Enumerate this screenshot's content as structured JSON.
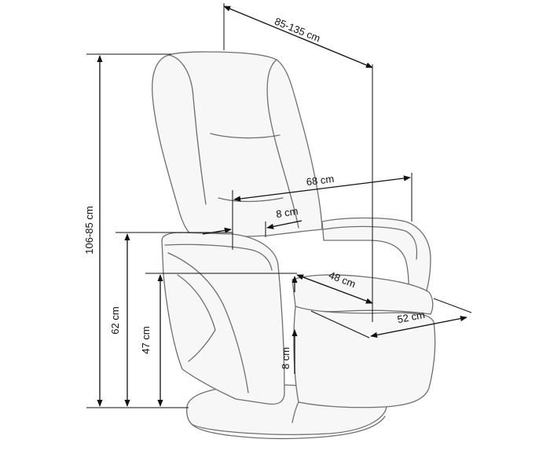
{
  "dimensions": {
    "total_width": "85-135 cm",
    "height": "106-85 cm",
    "armrest_width": "68 cm",
    "armrest_thickness": "8 cm",
    "seat_depth": "48 cm",
    "seat_width": "52 cm",
    "armrest_height": "62 cm",
    "seat_height": "47 cm",
    "seat_thickness": "8 cm"
  },
  "colors": {
    "outline": "#6f6f6f",
    "dimension_line": "#111111",
    "background": "#ffffff"
  }
}
